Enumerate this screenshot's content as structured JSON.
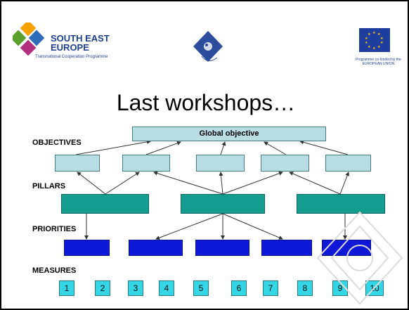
{
  "header": {
    "programme_name_line1": "SOUTH EAST",
    "programme_name_line2": "EUROPE",
    "programme_subtitle": "Transnational Cooperation Programme",
    "eu_caption_line1": "Programme co-funded by the",
    "eu_caption_line2": "EUROPEAN UNION"
  },
  "title": "Last workshops…",
  "diagram": {
    "row_labels": {
      "objectives": "OBJECTIVES",
      "pillars": "PILLARS",
      "priorities": "PRIORITIES",
      "measures": "MEASURES"
    },
    "global_objective": "Global objective",
    "measures": [
      "1",
      "2",
      "3",
      "4",
      "5",
      "6",
      "7",
      "8",
      "9",
      "10"
    ]
  },
  "colors": {
    "objective_fill": "#b8dde3",
    "pillar_fill": "#149d8e",
    "priority_fill": "#0e18d6",
    "measure_fill": "#34d6e6"
  }
}
